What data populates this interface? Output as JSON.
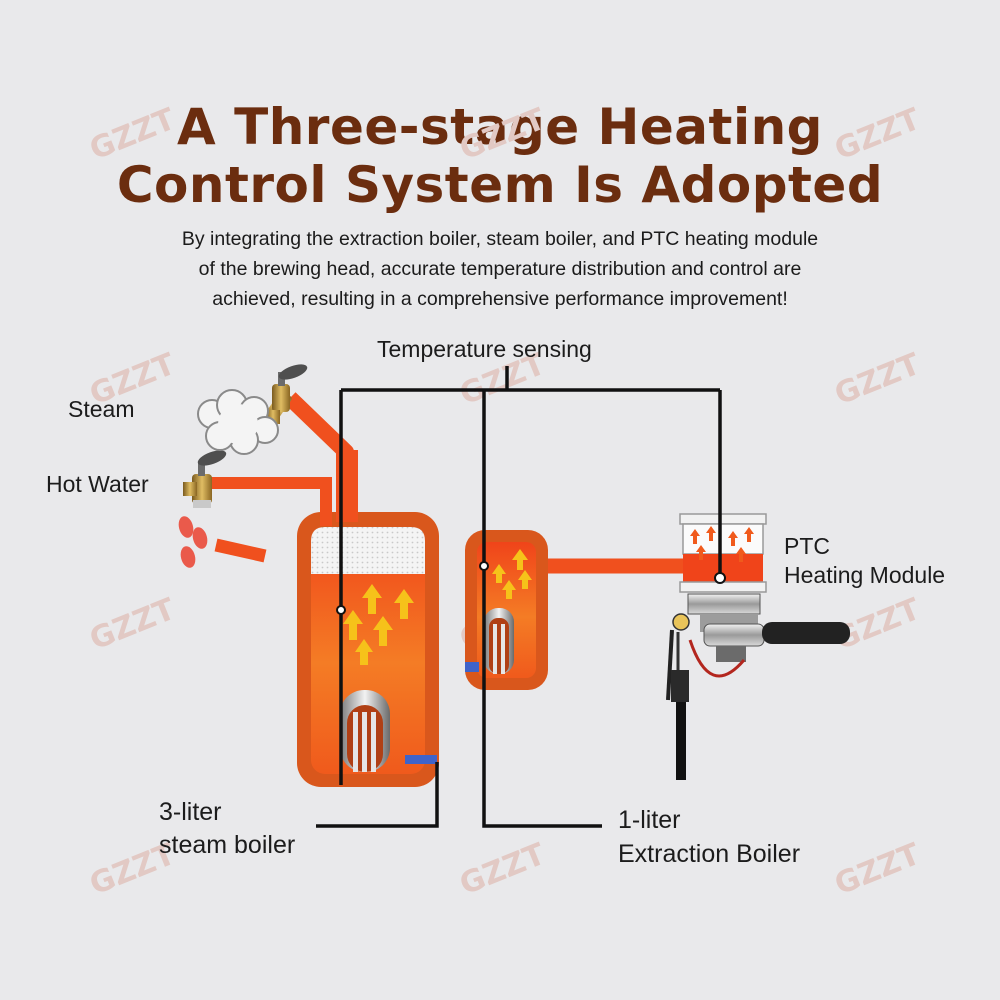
{
  "title_lines": [
    "A Three-stage Heating",
    "Control System Is Adopted"
  ],
  "subtitle_lines": [
    "By integrating the extraction boiler, steam boiler, and PTC heating module",
    "of the brewing head, accurate temperature distribution and control are",
    "achieved, resulting in a comprehensive performance improvement!"
  ],
  "labels": {
    "temperature_sensing": "Temperature sensing",
    "steam": "Steam",
    "hot_water": "Hot Water",
    "ptc_line1": "PTC",
    "ptc_line2": "Heating Module",
    "steam_boiler_line1": "3-liter",
    "steam_boiler_line2": "steam boiler",
    "extraction_boiler_line1": "1-liter",
    "extraction_boiler_line2": "Extraction Boiler"
  },
  "watermark": "GZZT",
  "colors": {
    "title": "#6b2d0f",
    "boiler_orange": "#d9571c",
    "pipe_orange": "#f0501e",
    "heat_arrow": "#f6c21a",
    "line_black": "#111111"
  }
}
